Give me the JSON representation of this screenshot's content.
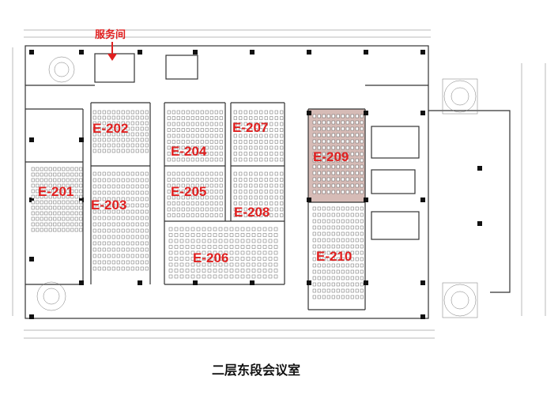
{
  "title": "二层东段会议室",
  "service_room": "服务间",
  "rooms": [
    {
      "id": "E-201",
      "label": "E-201"
    },
    {
      "id": "E-202",
      "label": "E-202"
    },
    {
      "id": "E-203",
      "label": "E-203"
    },
    {
      "id": "E-204",
      "label": "E-204"
    },
    {
      "id": "E-205",
      "label": "E-205"
    },
    {
      "id": "E-206",
      "label": "E-206"
    },
    {
      "id": "E-207",
      "label": "E-207"
    },
    {
      "id": "E-208",
      "label": "E-208"
    },
    {
      "id": "E-209",
      "label": "E-209"
    },
    {
      "id": "E-210",
      "label": "E-210"
    }
  ],
  "colors": {
    "label": "#e02020",
    "highlight": "#b5837a",
    "wall": "#333333"
  }
}
